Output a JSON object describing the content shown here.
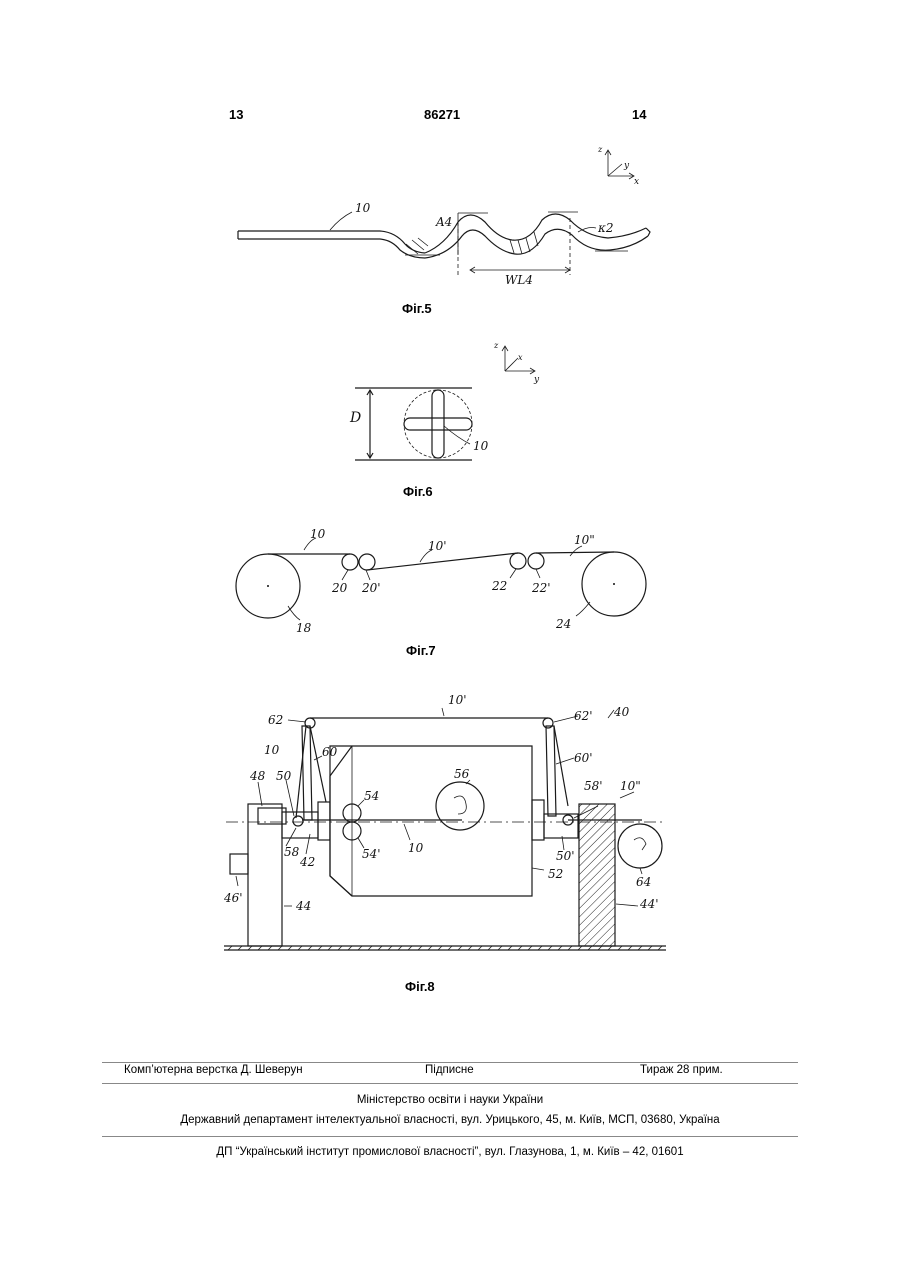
{
  "header": {
    "page_left": "13",
    "patent_number": "86271",
    "page_right": "14"
  },
  "figures": {
    "fig5": {
      "caption": "Фіг.5",
      "labels": [
        "10",
        "A4",
        "WL4",
        "κ2",
        "z",
        "y",
        "x"
      ]
    },
    "fig6": {
      "caption": "Фіг.6",
      "labels": [
        "D",
        "10",
        "z",
        "x",
        "y"
      ]
    },
    "fig7": {
      "caption": "Фіг.7",
      "labels": [
        "10",
        "10'",
        "10\"",
        "20",
        "20'",
        "22",
        "22'",
        "18",
        "24"
      ]
    },
    "fig8": {
      "caption": "Фіг.8",
      "labels": [
        "10'",
        "62",
        "62'",
        "40",
        "10",
        "60",
        "60'",
        "48",
        "50",
        "54",
        "56",
        "58'",
        "10\"",
        "58",
        "42",
        "54'",
        "10",
        "50'",
        "52",
        "64",
        "46'",
        "44",
        "44'"
      ]
    }
  },
  "footer": {
    "layout_credit": "Комп’ютерна верстка Д. Шеверун",
    "signed": "Підписне",
    "circulation": "Тираж 28 прим.",
    "ministry": "Міністерство освіти і науки України",
    "department": "Державний департамент інтелектуальної власності, вул. Урицького, 45, м. Київ, МСП, 03680, Україна",
    "institute": "ДП “Український інститут промислової власності”, вул. Глазунова, 1, м. Київ – 42, 01601"
  }
}
